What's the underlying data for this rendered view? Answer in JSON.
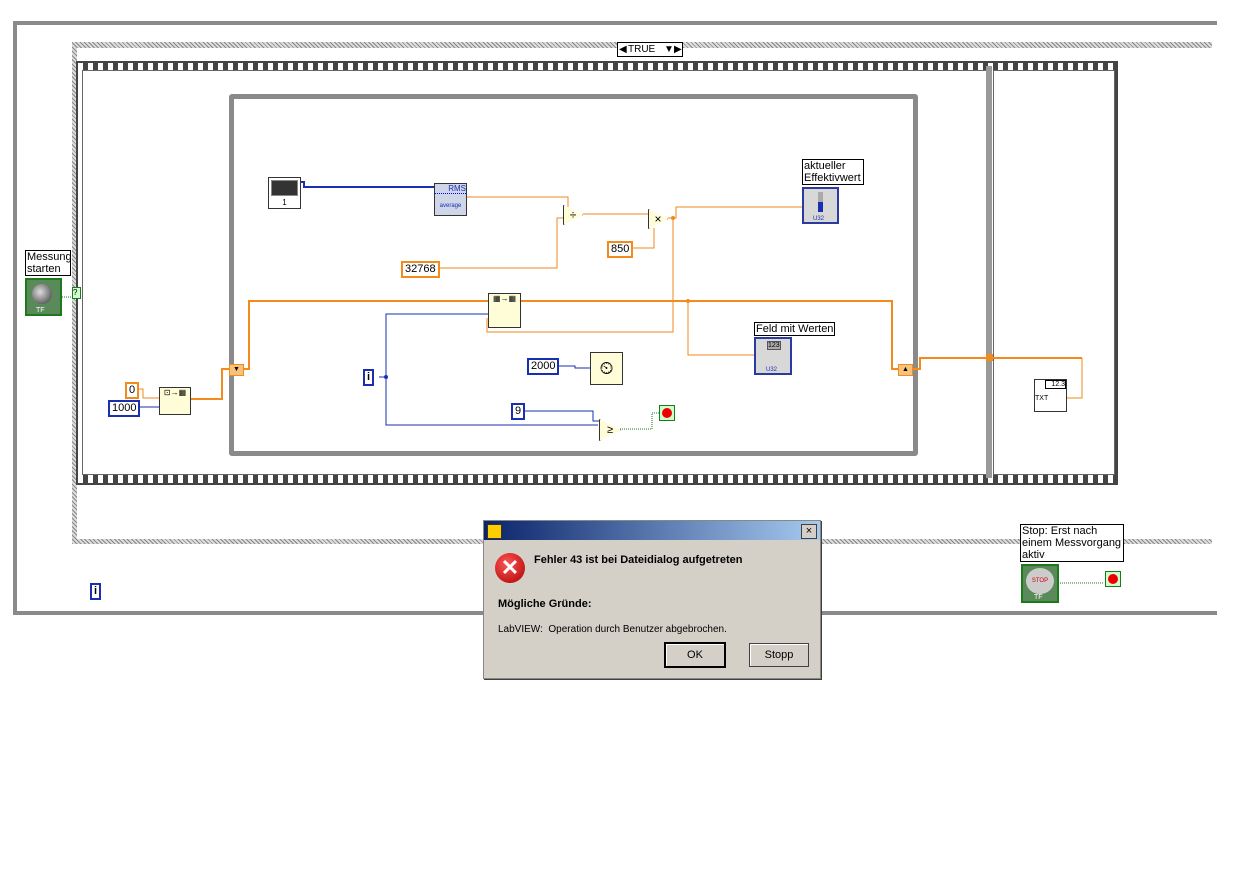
{
  "case_selector": {
    "value": "TRUE"
  },
  "controls": {
    "messung_label": "Messung starten",
    "stop_label": "Stop: Erst nach einem Messvorgang aktiv",
    "stop_button_text": "STOP",
    "tf": "TF",
    "bool_wire_tag": "?"
  },
  "constants": {
    "c0": "0",
    "c1000": "1000",
    "c32768": "32768",
    "c850": "850",
    "c2000": "2000",
    "c9": "9"
  },
  "indicators": {
    "effektivwert_label": "aktueller Effektivwert",
    "feld_label": "Feld mit Werten",
    "type": "U32",
    "array_num": "123"
  },
  "nodes": {
    "daq_channel": "1",
    "rms_top": "RMS",
    "rms_bottom": "average",
    "divide": "÷",
    "multiply": "×",
    "compare": "≥",
    "write_file_num": "12.3",
    "write_file_txt": "TXT"
  },
  "iteration": {
    "symbol": "i"
  },
  "dialog": {
    "heading": "Fehler 43 ist bei Dateidialog aufgetreten",
    "reasons_label": "Mögliche Gründe:",
    "message": "LabVIEW:  Operation durch Benutzer abgebrochen.",
    "ok": "OK",
    "stop": "Stopp",
    "close": "×"
  }
}
